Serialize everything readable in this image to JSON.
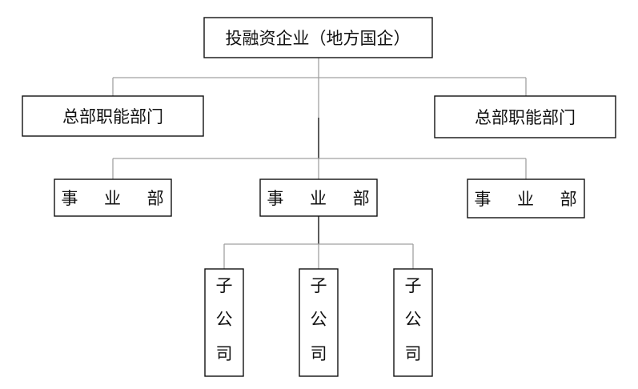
{
  "root": {
    "label": "投融资企业（地方国企）"
  },
  "hq_departments": [
    {
      "label": "总部职能部门"
    },
    {
      "label": "总部职能部门"
    }
  ],
  "business_units": [
    {
      "label": "事 业 部"
    },
    {
      "label": "事 业 部"
    },
    {
      "label": "事 业 部"
    }
  ],
  "subsidiaries": [
    {
      "chars": [
        "子",
        "公",
        "司"
      ]
    },
    {
      "chars": [
        "子",
        "公",
        "司"
      ]
    },
    {
      "chars": [
        "子",
        "公",
        "司"
      ]
    }
  ],
  "colors": {
    "box_stroke": "#111111",
    "connector": "#a0a0a0",
    "trunk": "#333333",
    "text": "#111111"
  }
}
